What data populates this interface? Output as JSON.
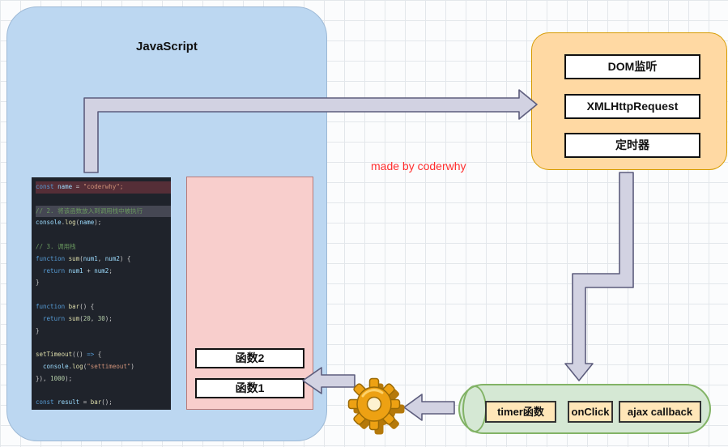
{
  "page": {
    "made_by": "made by coderwhy"
  },
  "javascript_block": {
    "label": "JavaScript"
  },
  "web_apis": {
    "items": [
      "DOM监听",
      "XMLHttpRequest",
      "定时器"
    ]
  },
  "call_stack": {
    "frames": [
      "函数2",
      "函数1"
    ]
  },
  "task_queue": {
    "items": [
      "timer函数",
      "onClick",
      "ajax callback"
    ]
  },
  "code": {
    "lines": [
      {
        "hl": "red",
        "seg": [
          [
            "kw",
            "const "
          ],
          [
            "vr",
            "name "
          ],
          [
            "op",
            "= "
          ],
          [
            "str",
            "\"coderwhy\";"
          ]
        ]
      },
      {
        "seg": []
      },
      {
        "hl": "gray",
        "seg": [
          [
            "cmt",
            "// 2. 将该函数放入到调用栈中被执行"
          ]
        ]
      },
      {
        "seg": [
          [
            "vr",
            "console"
          ],
          [
            "op",
            "."
          ],
          [
            "fn",
            "log"
          ],
          [
            "op",
            "("
          ],
          [
            "vr",
            "name"
          ],
          [
            "op",
            ");"
          ]
        ]
      },
      {
        "seg": []
      },
      {
        "seg": [
          [
            "cmt",
            "// 3. 调用栈"
          ]
        ]
      },
      {
        "seg": [
          [
            "kw",
            "function "
          ],
          [
            "fn",
            "sum"
          ],
          [
            "op",
            "("
          ],
          [
            "vr",
            "num1"
          ],
          [
            "op",
            ", "
          ],
          [
            "vr",
            "num2"
          ],
          [
            "op",
            ") {"
          ]
        ]
      },
      {
        "seg": [
          [
            "op",
            "  "
          ],
          [
            "kw",
            "return "
          ],
          [
            "vr",
            "num1 "
          ],
          [
            "op",
            "+ "
          ],
          [
            "vr",
            "num2"
          ],
          [
            "op",
            ";"
          ]
        ]
      },
      {
        "seg": [
          [
            "op",
            "}"
          ]
        ]
      },
      {
        "seg": []
      },
      {
        "seg": [
          [
            "kw",
            "function "
          ],
          [
            "fn",
            "bar"
          ],
          [
            "op",
            "() {"
          ]
        ]
      },
      {
        "seg": [
          [
            "op",
            "  "
          ],
          [
            "kw",
            "return "
          ],
          [
            "fn",
            "sum"
          ],
          [
            "op",
            "("
          ],
          [
            "num",
            "20"
          ],
          [
            "op",
            ", "
          ],
          [
            "num",
            "30"
          ],
          [
            "op",
            ");"
          ]
        ]
      },
      {
        "seg": [
          [
            "op",
            "}"
          ]
        ]
      },
      {
        "seg": []
      },
      {
        "seg": [
          [
            "fn",
            "setTimeout"
          ],
          [
            "op",
            "(() "
          ],
          [
            "kw",
            "=> "
          ],
          [
            "op",
            "{"
          ]
        ]
      },
      {
        "seg": [
          [
            "op",
            "  "
          ],
          [
            "vr",
            "console"
          ],
          [
            "op",
            "."
          ],
          [
            "fn",
            "log"
          ],
          [
            "op",
            "("
          ],
          [
            "str",
            "\"settimeout\""
          ],
          [
            "op",
            ")"
          ]
        ]
      },
      {
        "seg": [
          [
            "op",
            "}), "
          ],
          [
            "num",
            "1000"
          ],
          [
            "op",
            ");"
          ]
        ]
      },
      {
        "seg": []
      },
      {
        "seg": [
          [
            "kw",
            "const "
          ],
          [
            "vr",
            "result "
          ],
          [
            "op",
            "= "
          ],
          [
            "fn",
            "bar"
          ],
          [
            "op",
            "();"
          ]
        ]
      }
    ]
  },
  "palette": {
    "js-blue": "#bcd7f1",
    "webapi-orange": "#ffd9a3",
    "webapi-border": "#d79b00",
    "queue-green": "#d5e8d4",
    "queue-border": "#82b366",
    "stack-pink": "#f8cecc",
    "stack-border": "#b87a78",
    "arrow-fill": "#d2d2e2",
    "arrow-stroke": "#5d5d7d",
    "made-by-red": "#ff2d2d",
    "gear-gold": "#eda113",
    "gear-dark": "#b5790a",
    "item-tan": "#ffe6b8",
    "box-border": "#111111"
  }
}
